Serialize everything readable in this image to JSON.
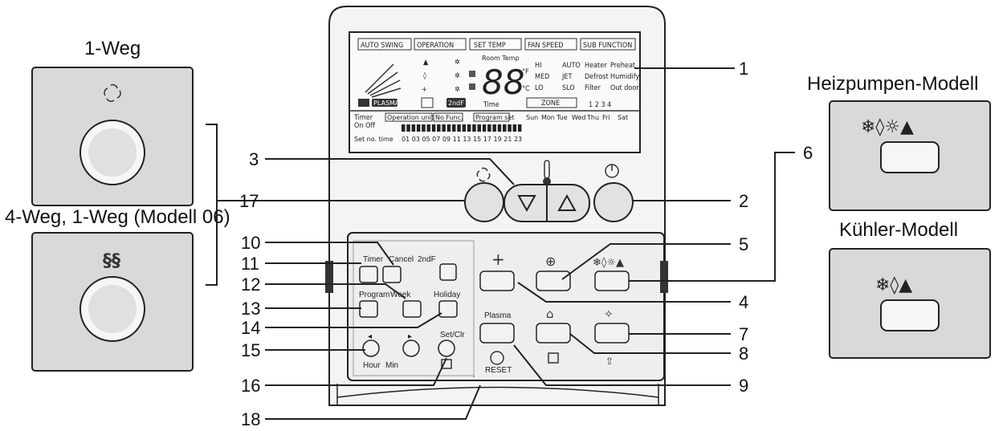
{
  "left": {
    "title_top": "1-Weg",
    "title_bottom": "4-Weg, 1-Weg (Modell 06)"
  },
  "right": {
    "title_top": "Heizpumpen-Modell",
    "title_bottom": "Kühler-Modell"
  },
  "lcd": {
    "tabs": [
      "AUTO SWING",
      "OPERATION",
      "SET TEMP",
      "FAN SPEED",
      "SUB FUNCTION"
    ],
    "room_temp": "Room Temp",
    "digits": "88",
    "unit_f": "°F",
    "unit_c": "°C",
    "fan": [
      "HI",
      "MED",
      "LO"
    ],
    "fan2": [
      "AUTO",
      "JET",
      "SLO"
    ],
    "sub": [
      "Heater",
      "Defrost",
      "Filter"
    ],
    "sub2": [
      "Preheat",
      "Humidify",
      "Out door"
    ],
    "plasma": "PLASMA",
    "twond": "2ndF",
    "time": "Time",
    "zone": "ZONE",
    "zone_nums": "1 2 3 4",
    "timer": "Timer",
    "onoff": "On Off",
    "setno": "Set no.  time",
    "op_unit": "Operation unit",
    "no_func": "No Func.",
    "program_set": "Program set",
    "days": [
      "Sun",
      "Mon",
      "Tue",
      "Wed",
      "Thu",
      "Fri",
      "Sat"
    ],
    "hours": "01 03 05 07 09 11 13 15 17 19 21 23"
  },
  "buttons": {
    "timer": "Timer",
    "cancel": "Cancel",
    "twond": "2ndF",
    "program": "Program",
    "week": "Week",
    "holiday": "Holiday",
    "set_clr": "Set/Clr",
    "hour": "Hour",
    "min": "Min",
    "plasma": "Plasma",
    "reset": "RESET"
  },
  "callouts": [
    "1",
    "2",
    "3",
    "4",
    "5",
    "6",
    "7",
    "8",
    "9",
    "10",
    "11",
    "12",
    "13",
    "14",
    "15",
    "16",
    "17",
    "18"
  ]
}
